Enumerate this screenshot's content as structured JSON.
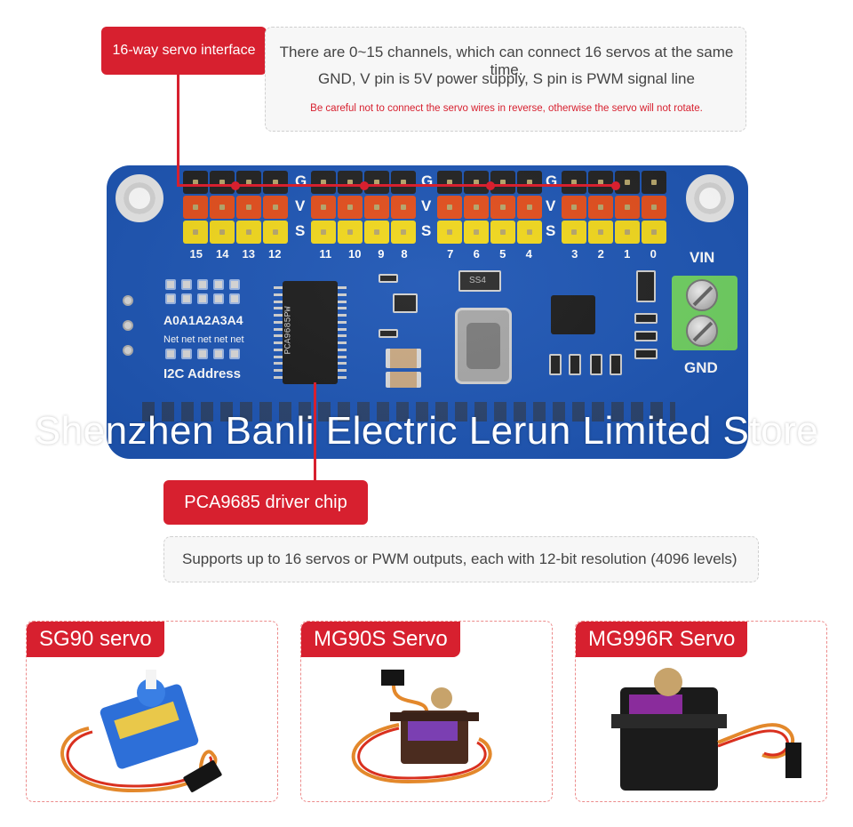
{
  "top_callout": {
    "tag": "16-way servo interface",
    "line1": "There are 0~15 channels, which can connect 16 servos at the same time.",
    "line2": "GND, V pin is 5V power supply, S pin is PWM signal line",
    "warning": "Be careful not to connect the servo wires in reverse, otherwise the servo will not rotate."
  },
  "board": {
    "row_labels": [
      "G",
      "V",
      "S"
    ],
    "channel_groups": [
      [
        "15",
        "14",
        "13",
        "12"
      ],
      [
        "11",
        "10",
        "9",
        "8"
      ],
      [
        "7",
        "6",
        "5",
        "4"
      ],
      [
        "3",
        "2",
        "1",
        "0"
      ]
    ],
    "address_pins": "A0A1A2A3A4",
    "net_labels": "Net net net net net",
    "i2c_label": "I2C Address",
    "vin_label": "VIN",
    "gnd_label": "GND",
    "chip_marking": "PCA9685PW",
    "diode_marking": "SS4"
  },
  "watermark": "Shenzhen Banli Electric Lerun Limited Store",
  "chip_callout": {
    "tag": "PCA9685 driver chip",
    "note": "Supports up to 16 servos or PWM outputs, each with 12-bit resolution (4096 levels)"
  },
  "servos": [
    {
      "label": "SG90 servo",
      "icon": "blue-micro-servo-icon"
    },
    {
      "label": "MG90S Servo",
      "icon": "metal-gear-micro-servo-icon"
    },
    {
      "label": "MG996R Servo",
      "icon": "standard-servo-icon"
    }
  ],
  "colors": {
    "accent_red": "#d7202f",
    "board_blue": "#1d55b4",
    "pin_ground": "#222222",
    "pin_power": "#e34e1c",
    "pin_signal": "#f2d81c"
  }
}
